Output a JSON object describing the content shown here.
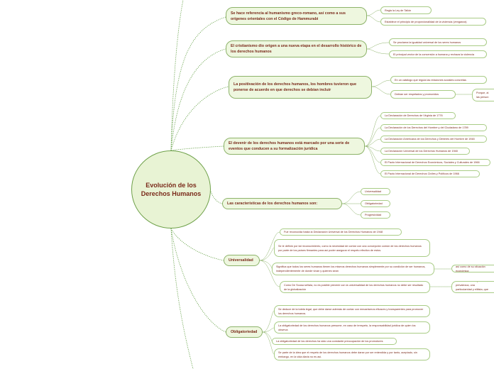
{
  "central": {
    "label": "Evolución de los Derechos Humanos"
  },
  "topics": [
    {
      "label": "Se hace referencia al humanismo greco-romano, así como a sus orígenes orientales con el Código de Hammurabi"
    },
    {
      "label": "El cristianismo dio origen a una nueva etapa en el desarrollo histórico de los derechos humanos"
    },
    {
      "label": "La positivación de los derechos humanos, los hombres tuvieron que ponerse de acuerdo en que derechos se debían incluir"
    },
    {
      "label": "El devenir de los derechos humanos está marcado por una serie de eventos que conducen a su formalización jurídica"
    },
    {
      "label": "Las características de los derechos humanos son:"
    },
    {
      "label": "Universalidad"
    },
    {
      "label": "Obligatoriedad"
    }
  ],
  "leaves": {
    "t1": [
      "Regla la Ley de Talión",
      "Establece el principio de proporcionalidad de la violencia (venganza)"
    ],
    "t2": [
      "Se proclama la igualdad universal de los seres humanos",
      "El principal vector de la conversión a humana y rechaza la violencia"
    ],
    "t3": [
      "En un catálogo que regula las relaciones sociales concretas",
      "Debían ser respetados y promovidos",
      "Porque, al las person"
    ],
    "t4": [
      "La Declaración de Derechos de Virginia de 1776",
      "La Declaración de los Derechos del Hombre y del Ciudadano de 1789",
      "La Declaración Americana de los Derechos y Deberes del Hombre de 1948",
      "La Declaración Universal de los Derechos Humanos de 1948",
      "El Pacto Internacional de Derechos Económicos, Sociales y Culturales de 1966",
      "El Pacto Internacional de Derechos Civiles y Políticos de 1966"
    ],
    "t5": [
      "Universalidad",
      "Obligatoriedad",
      "Progresividad"
    ],
    "t6": [
      "Fue reconocida hasta la Declaración Universal de los Derechos Humanos de 1948",
      "Se le definió por tal reconocimiento, como la necesidad de contar con una concepción común de los derechos humanos por parte de los países firmantes para así poder asegurar el respeto efectivo de estos.",
      "Significa que todos los seres humanos tienen los mismos derechos humanos simplemente por su condición de ser humanos, independientemente de donde vivan y quienes sean",
      "Como De Sousa señala, no es posible prevenir con la universalidad de los derechos humanos no debe ser resultado de la globalización",
      "así como de su situación económica",
      "ni mucho menos que prevalezca, una particularidad y elitista, que se le atribuye"
    ],
    "t7": [
      "Se deduce de la tutela legal, que debe darse además de contar con mecanismos eficaces y transparentes para promover los derechos humanos.",
      "La obligatoriedad de los derechos humanos presume, en caso de irrespeto, la responsabilidad jurídica de quien los observa",
      "La obligatoriedad de los derechos ha sido una constante preocupación de los promotores",
      "Se parte de la idea que el respeto de los derechos humanos debe darse por ser entendida y por tanto, aceptado, sin embargo, en la vida diaria no es así."
    ]
  }
}
